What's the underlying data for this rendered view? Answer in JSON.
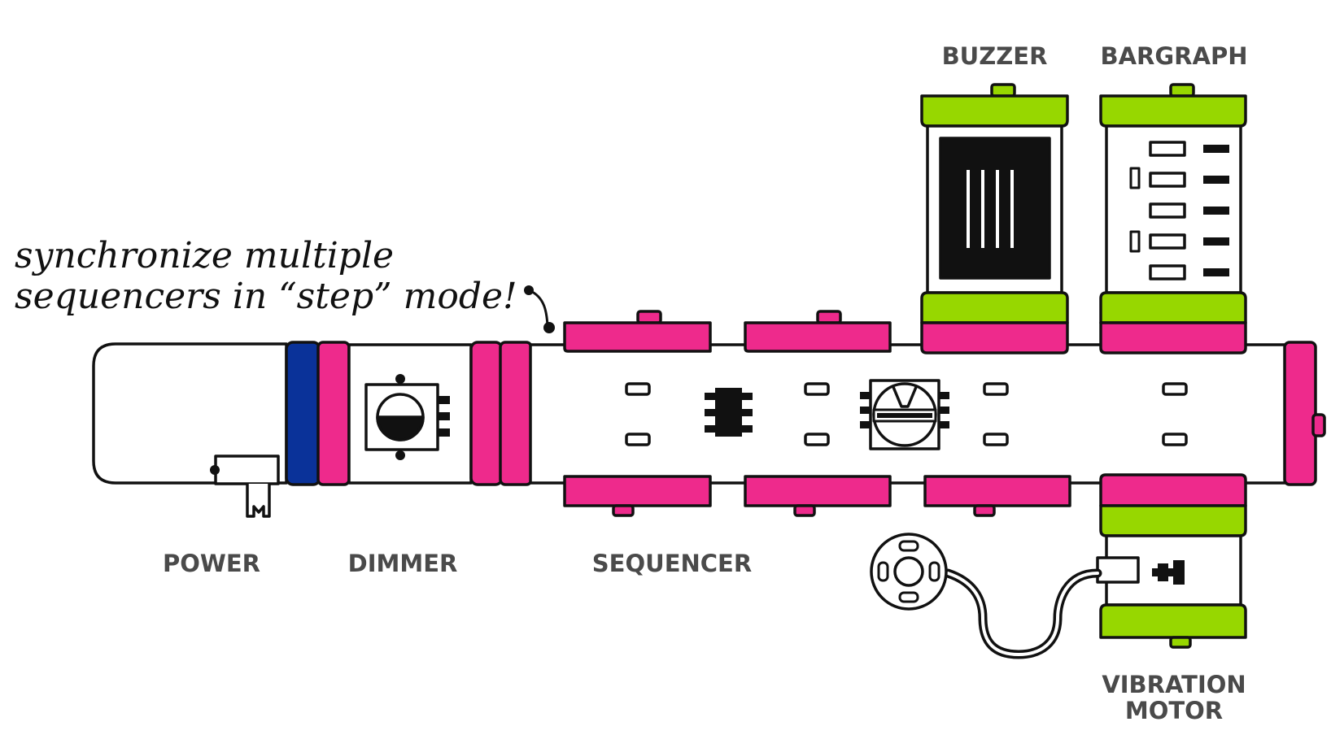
{
  "labels": {
    "power": "POWER",
    "dimmer": "DIMMER",
    "sequencer": "SEQUENCER",
    "buzzer": "BUZZER",
    "bargraph": "BARGRAPH",
    "vibration_motor_line1": "VIBRATION",
    "vibration_motor_line2": "MOTOR"
  },
  "annotation": {
    "line1": "synchronize multiple",
    "line2": "sequencers in “step” mode!"
  },
  "colors": {
    "pink": "#ee2a8c",
    "green": "#97d700",
    "blue": "#0a3299",
    "outline": "#111111",
    "label": "#4a4a4a"
  }
}
